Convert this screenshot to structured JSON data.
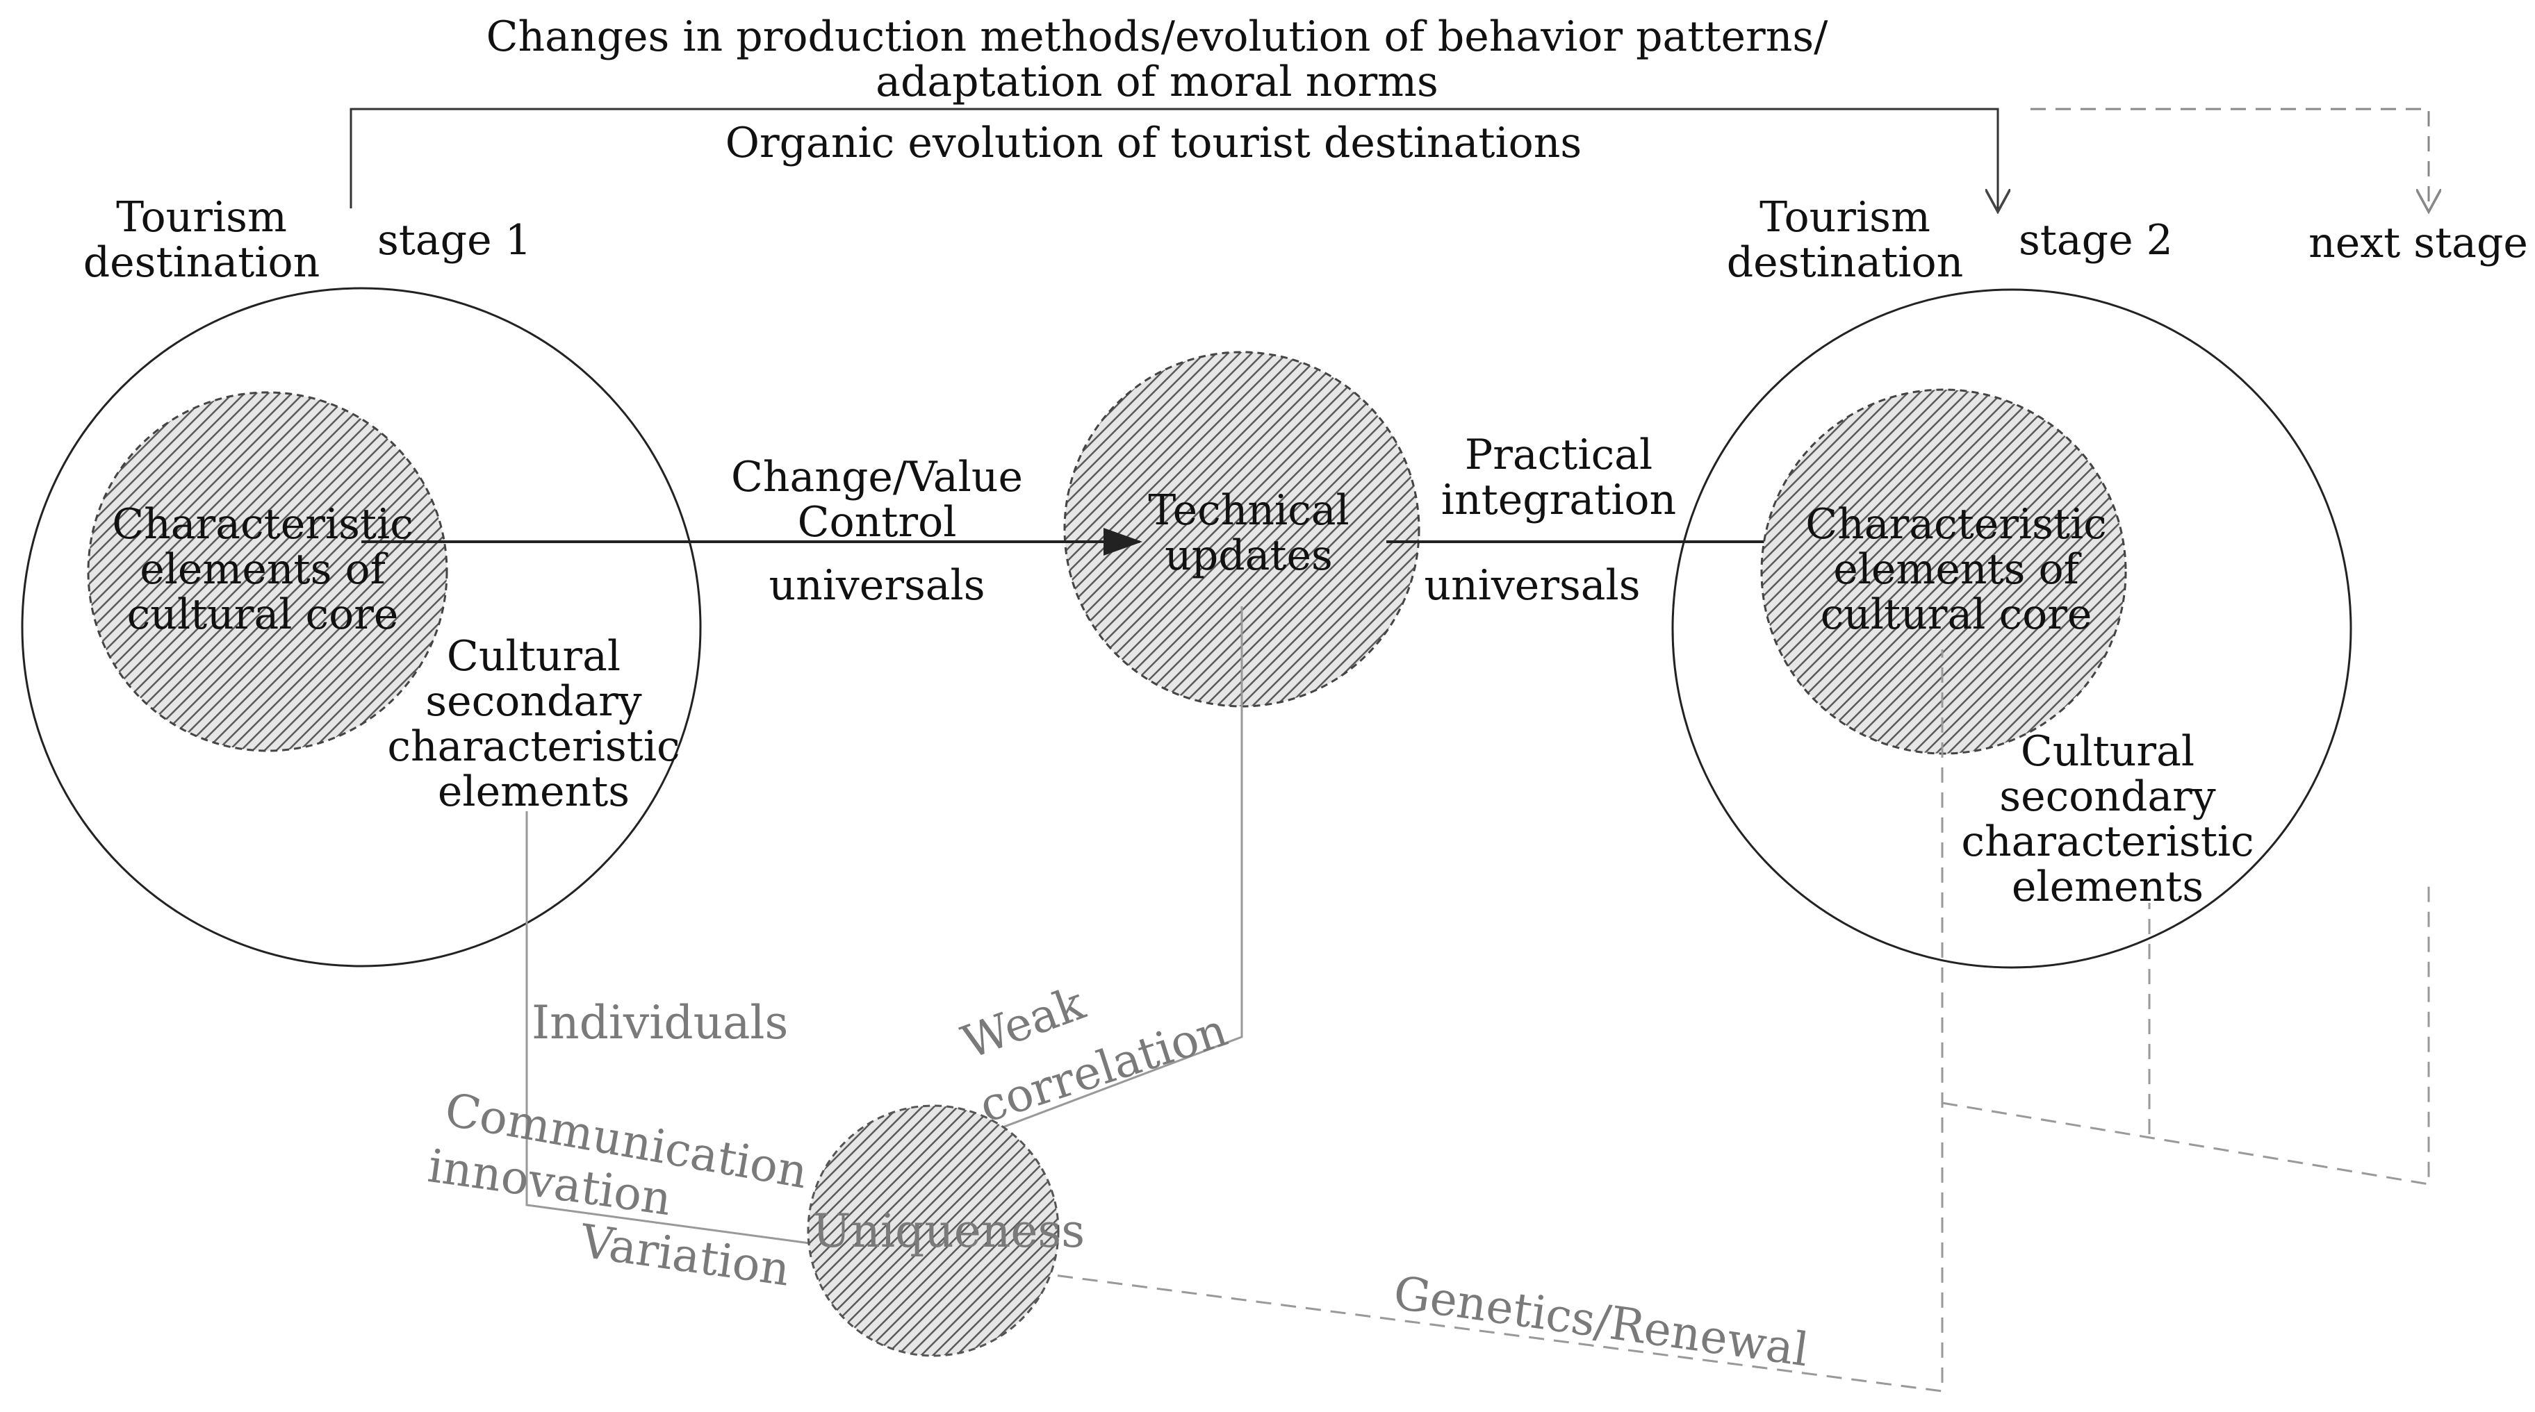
{
  "header": {
    "line1": "Changes in production methods/evolution of behavior patterns/",
    "line2": "adaptation of moral norms",
    "organic": "Organic evolution of tourist destinations"
  },
  "stage1": {
    "destination_line1": "Tourism",
    "destination_line2": "destination",
    "stage_label": "stage 1",
    "core_lines": [
      "Characteristic",
      "elements of",
      "cultural core"
    ],
    "secondary_lines": [
      "Cultural",
      "secondary",
      "characteristic",
      "elements"
    ]
  },
  "stage2": {
    "destination_line1": "Tourism",
    "destination_line2": "destination",
    "stage_label": "stage 2",
    "core_lines": [
      "Characteristic",
      "elements of",
      "cultural core"
    ],
    "secondary_lines": [
      "Cultural",
      "secondary",
      "characteristic",
      "elements"
    ]
  },
  "next_stage": "next stage",
  "middle": {
    "technical_lines": [
      "Technical",
      "updates"
    ],
    "left_arrow_lines": [
      "Change/Value",
      "Control"
    ],
    "left_universals": "universals",
    "right_arrow_lines": [
      "Practical",
      "integration"
    ],
    "right_universals": "universals"
  },
  "lower": {
    "uniqueness": "Uniqueness",
    "individuals": "Individuals",
    "communication_lines": [
      "Communication",
      "innovation"
    ],
    "variation": "Variation",
    "weak_lines": [
      "Weak",
      "correlation"
    ],
    "genetics": "Genetics/Renewal"
  },
  "colors": {
    "line": "#222222",
    "gray_text": "#7a7a7a",
    "hatch": "#555555",
    "dashed": "#888888"
  }
}
